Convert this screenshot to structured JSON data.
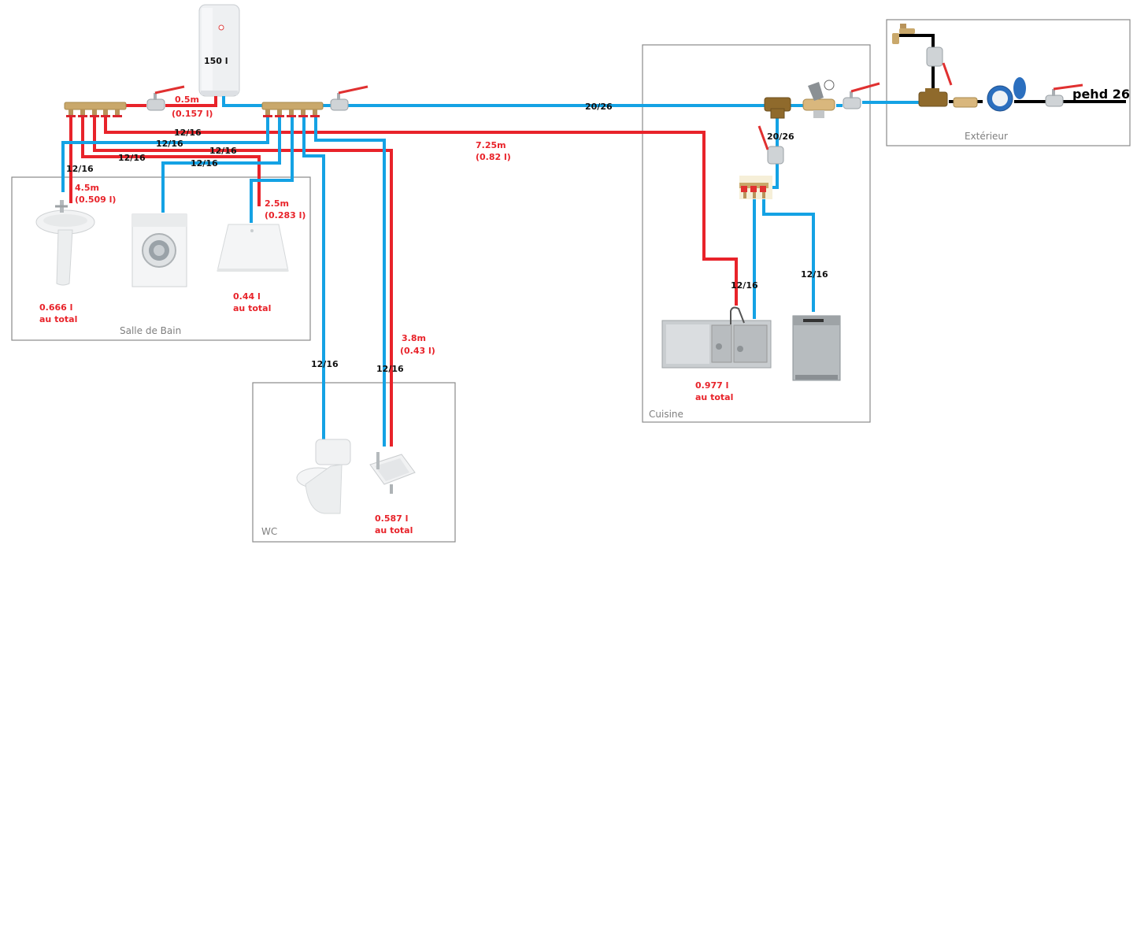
{
  "colors": {
    "hot": "#e8232a",
    "cold": "#14a2e4",
    "main": "#000000",
    "room_border": "#8a8a8a"
  },
  "water_heater": {
    "capacity": "150 l"
  },
  "heater_link": {
    "length": "0.5m",
    "volume": "(0.157 l)"
  },
  "pipe_labels": {
    "h1": "12/16",
    "c1": "12/16",
    "h2": "12/16",
    "h3": "12/16",
    "c2": "12/16",
    "v1": "12/16",
    "wc_cold": "12/16",
    "wc_sink": "12/16",
    "kitchen_sink": "12/16",
    "dishwasher": "12/16",
    "main_line": "20/26",
    "kitchen_branch": "20/26"
  },
  "runs": {
    "bath_sink": {
      "length": "4.5m",
      "volume": "(0.509 l)"
    },
    "shower": {
      "length": "2.5m",
      "volume": "(0.283 l)"
    },
    "kitchen": {
      "length": "7.25m",
      "volume": "(0.82 l)"
    },
    "wc_sink": {
      "length": "3.8m",
      "volume": "(0.43 l)"
    }
  },
  "totals": {
    "bath_sink": {
      "value": "0.666 l",
      "suffix": "au total"
    },
    "shower": {
      "value": "0.44 l",
      "suffix": "au total"
    },
    "wc_sink": {
      "value": "0.587 l",
      "suffix": "au total"
    },
    "kitchen_sink": {
      "value": "0.977 l",
      "suffix": "au total"
    }
  },
  "rooms": {
    "bathroom": "Salle de Bain",
    "wc": "WC",
    "kitchen": "Cuisine",
    "exterior": "Extérieur"
  },
  "supply": {
    "label": "pehd 26"
  }
}
